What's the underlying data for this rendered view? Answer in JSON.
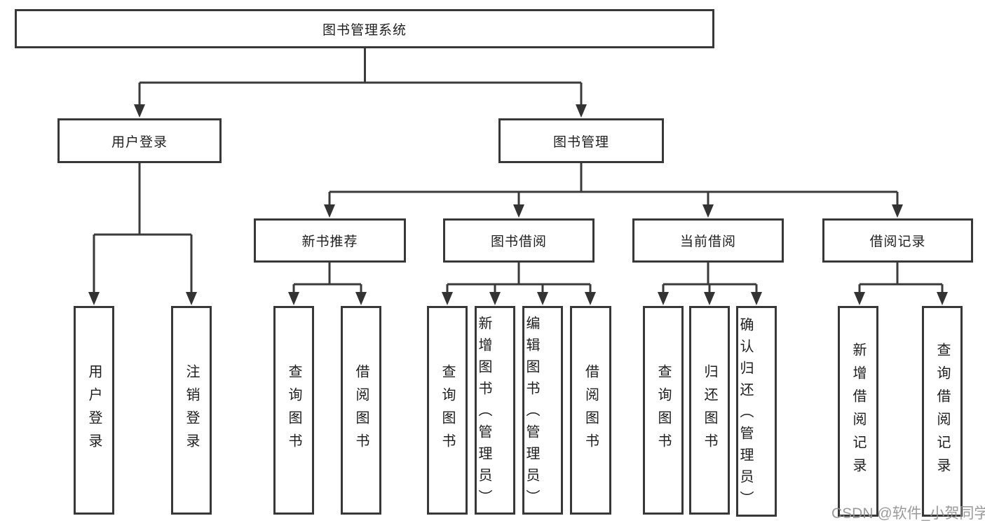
{
  "diagram": {
    "root": {
      "label": "图书管理系统"
    },
    "branches": {
      "user_login": {
        "label": "用户登录"
      },
      "book_management": {
        "label": "图书管理"
      }
    },
    "modules": {
      "new_book_recommend": {
        "label": "新书推荐"
      },
      "book_borrow": {
        "label": "图书借阅"
      },
      "current_borrow": {
        "label": "当前借阅"
      },
      "borrow_record": {
        "label": "借阅记录"
      }
    },
    "leaves": {
      "user_login": {
        "label": "用户登录"
      },
      "logout": {
        "label": "注销登录"
      },
      "nb_query_book": {
        "label": "查询图书"
      },
      "nb_borrow_book": {
        "label": "借阅图书"
      },
      "bb_query_book": {
        "label": "查询图书"
      },
      "bb_add_book_admin": {
        "label": "新增图书（管理员）"
      },
      "bb_edit_book_admin": {
        "label": "编辑图书（管理员）"
      },
      "bb_borrow_book": {
        "label": "借阅图书"
      },
      "cb_query_book": {
        "label": "查询图书"
      },
      "cb_return_book": {
        "label": "归还图书"
      },
      "cb_confirm_return_admin": {
        "label": "确认归还（管理员）"
      },
      "br_add_record": {
        "label": "新增借阅记录"
      },
      "br_query_record": {
        "label": "查询借阅记录"
      }
    }
  },
  "watermark": {
    "text": "CSDN @软件_小贺同学"
  },
  "colors": {
    "line": "#3a3a3a",
    "box_border": "#383838",
    "text": "#1e1e1e",
    "background": "#ffffff",
    "watermark": "#919191"
  }
}
